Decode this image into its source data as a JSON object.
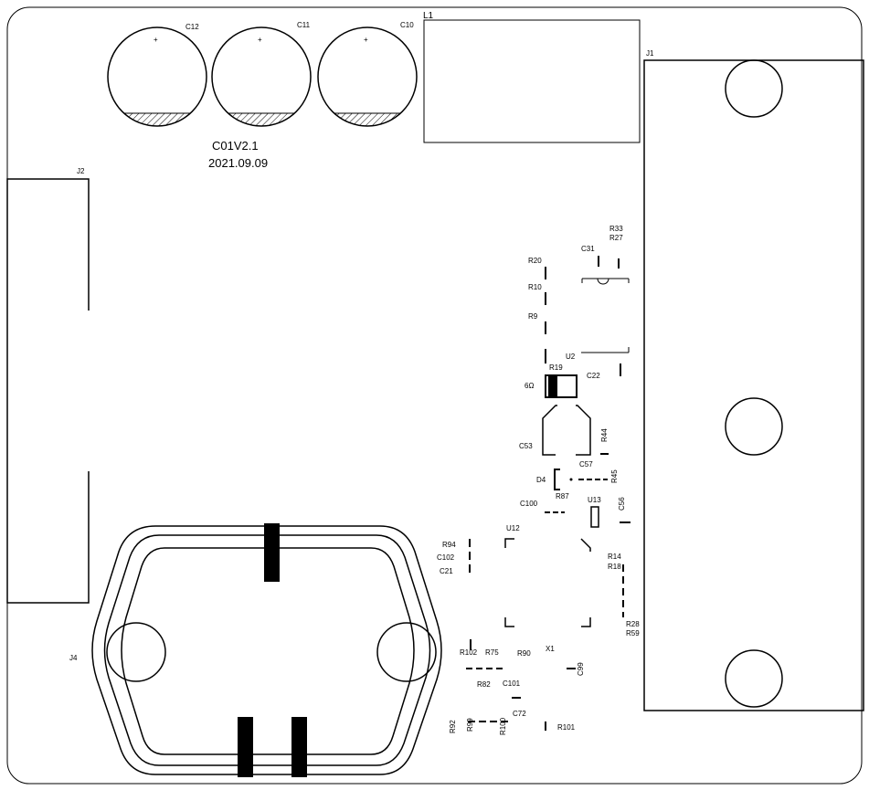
{
  "board": {
    "version": "C01V2.1",
    "date": "2021.09.09",
    "polarity_mark": "+"
  },
  "refs": {
    "C12": "C12",
    "C11": "C11",
    "C10": "C10",
    "L1": "L1",
    "J1": "J1",
    "J2": "J2",
    "J4": "J4",
    "R33": "R33",
    "R27": "R27",
    "C31": "C31",
    "R20": "R20",
    "R10": "R10",
    "R9": "R9",
    "U2": "U2",
    "R19": "R19",
    "C22": "C22",
    "6Ω": "6Ω",
    "C53": "C53",
    "R44": "R44",
    "C57": "C57",
    "D4": "D4",
    "R45": "R45",
    "R87": "R87",
    "C100": "C100",
    "U13": "U13",
    "C56": "C56",
    "U12": "U12",
    "R94": "R94",
    "C102": "C102",
    "C21": "C21",
    "R14": "R14",
    "R18": "R18",
    "R28": "R28",
    "R59": "R59",
    "R102": "R102",
    "R75": "R75",
    "R90": "R90",
    "X1": "X1",
    "C99": "C99",
    "R82": "R82",
    "C101": "C101",
    "C72": "C72",
    "R92": "R92",
    "R99": "R99",
    "R100": "R100",
    "R101": "R101"
  }
}
